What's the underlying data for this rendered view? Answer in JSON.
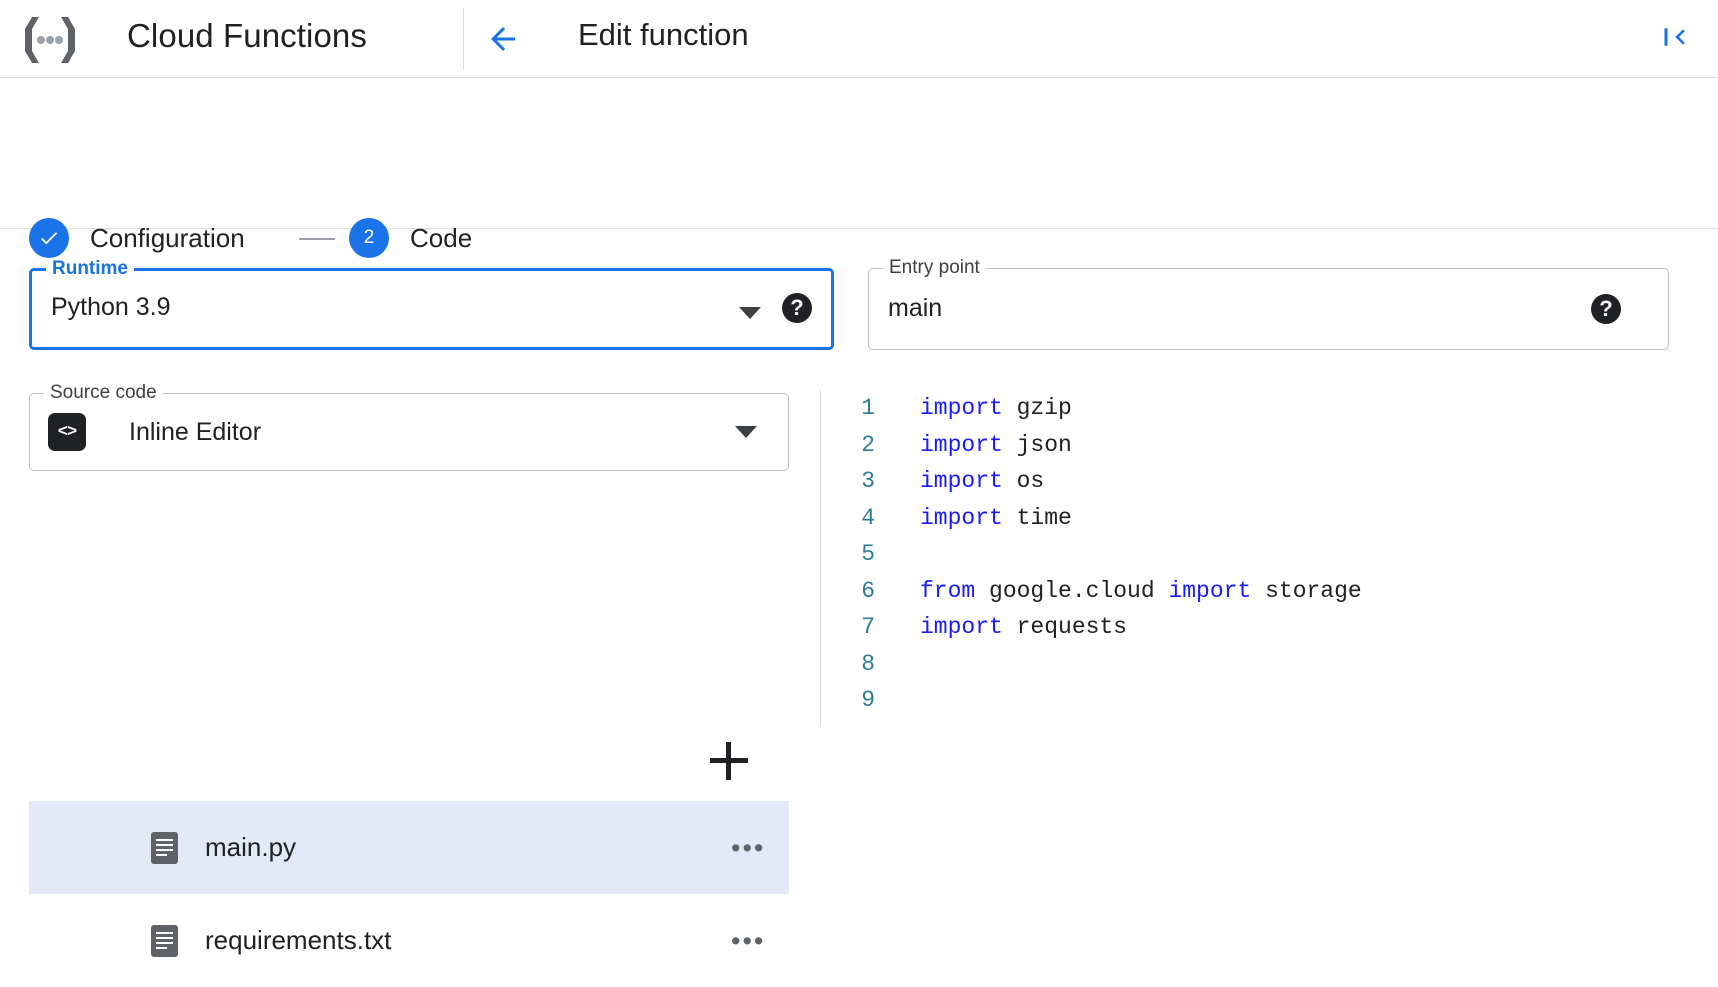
{
  "header": {
    "logo_icon": "cloud-functions-logo-icon",
    "product_title": "Cloud Functions",
    "back_icon": "back-arrow-icon",
    "page_title": "Edit function",
    "collapse_icon": "collapse-panel-icon"
  },
  "stepper": {
    "steps": [
      {
        "marker": "✓",
        "label": "Configuration",
        "state": "complete"
      },
      {
        "marker": "2",
        "label": "Code",
        "state": "active"
      }
    ]
  },
  "form": {
    "runtime": {
      "label": "Runtime",
      "value": "Python 3.9",
      "dropdown_icon": "chevron-down-icon",
      "help_icon": "help-icon",
      "focused": true
    },
    "entry_point": {
      "label": "Entry point",
      "value": "main",
      "placeholder": "Entry point",
      "help_icon": "help-icon"
    },
    "source_code": {
      "label": "Source code",
      "value": "Inline Editor",
      "badge_icon": "code-brackets-icon",
      "badge_glyph": "<>",
      "dropdown_icon": "chevron-down-icon"
    }
  },
  "files": {
    "add_button_icon": "plus-icon",
    "items": [
      {
        "name": "main.py",
        "icon": "file-icon",
        "menu_icon": "more-options-icon",
        "menu_glyph": "•••",
        "selected": true
      },
      {
        "name": "requirements.txt",
        "icon": "file-icon",
        "menu_icon": "more-options-icon",
        "menu_glyph": "•••",
        "selected": false
      }
    ]
  },
  "editor": {
    "language": "python",
    "lines": [
      {
        "n": "1",
        "tokens": [
          {
            "t": "import",
            "k": true
          },
          {
            "t": " gzip",
            "k": false
          }
        ]
      },
      {
        "n": "2",
        "tokens": [
          {
            "t": "import",
            "k": true
          },
          {
            "t": " json",
            "k": false
          }
        ]
      },
      {
        "n": "3",
        "tokens": [
          {
            "t": "import",
            "k": true
          },
          {
            "t": " os",
            "k": false
          }
        ]
      },
      {
        "n": "4",
        "tokens": [
          {
            "t": "import",
            "k": true
          },
          {
            "t": " time",
            "k": false
          }
        ]
      },
      {
        "n": "5",
        "tokens": []
      },
      {
        "n": "6",
        "tokens": [
          {
            "t": "from",
            "k": true
          },
          {
            "t": " google.cloud ",
            "k": false
          },
          {
            "t": "import",
            "k": true
          },
          {
            "t": " storage",
            "k": false
          }
        ]
      },
      {
        "n": "7",
        "tokens": [
          {
            "t": "import",
            "k": true
          },
          {
            "t": " requests",
            "k": false
          }
        ]
      },
      {
        "n": "8",
        "tokens": []
      },
      {
        "n": "9",
        "tokens": []
      }
    ]
  },
  "colors": {
    "accent_blue": "#1a73e8",
    "keyword_blue": "#1a1aff",
    "line_number": "#2d7d96",
    "selected_row": "#e4e9f7",
    "border_grey": "#bdc1c6",
    "text_primary": "#202124",
    "icon_grey": "#5f6368"
  }
}
